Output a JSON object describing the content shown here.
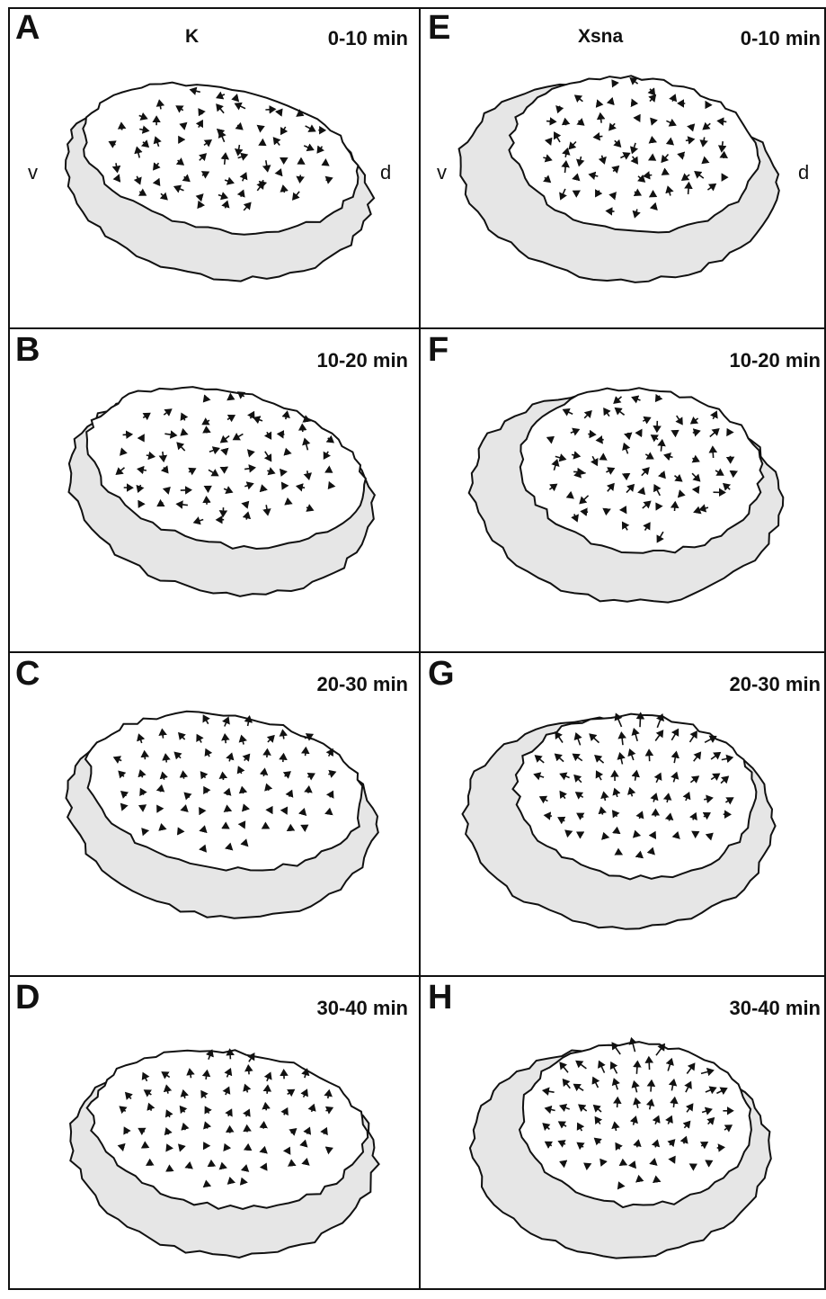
{
  "figure": {
    "columns": [
      {
        "title": "K"
      },
      {
        "title": "Xsna"
      }
    ],
    "axis": {
      "ventral": "v",
      "dorsal": "d"
    },
    "panels": [
      {
        "letter": "A",
        "time": "0-10 min",
        "condition": "K",
        "flow": "scattered"
      },
      {
        "letter": "B",
        "time": "10-20 min",
        "condition": "K",
        "flow": "scattered"
      },
      {
        "letter": "C",
        "time": "20-30 min",
        "condition": "K",
        "flow": "upward"
      },
      {
        "letter": "D",
        "time": "30-40 min",
        "condition": "K",
        "flow": "upward"
      },
      {
        "letter": "E",
        "time": "0-10 min",
        "condition": "Xsna",
        "flow": "scattered"
      },
      {
        "letter": "F",
        "time": "10-20 min",
        "condition": "Xsna",
        "flow": "scattered"
      },
      {
        "letter": "G",
        "time": "20-30 min",
        "condition": "Xsna",
        "flow": "fan"
      },
      {
        "letter": "H",
        "time": "30-40 min",
        "condition": "Xsna",
        "flow": "fan"
      }
    ]
  },
  "colors": {
    "line": "#111111",
    "shaded_region": "#e6e6e6",
    "background": "#ffffff"
  }
}
